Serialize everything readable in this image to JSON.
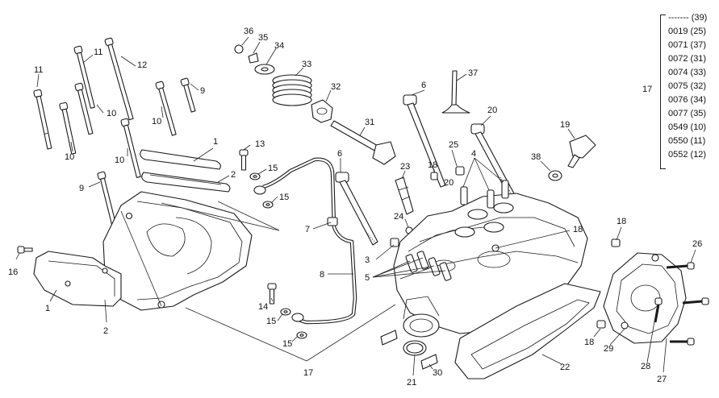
{
  "callouts": {
    "c1": "1",
    "c2": "2",
    "c3": "3",
    "c4": "4",
    "c5": "5",
    "c6": "6",
    "c7": "7",
    "c8": "8",
    "c9": "9",
    "c10": "10",
    "c11": "11",
    "c12": "12",
    "c13": "13",
    "c14": "14",
    "c15": "15",
    "c16": "16",
    "c17": "17",
    "c18": "18",
    "c19": "19",
    "c20": "20",
    "c21": "21",
    "c22": "22",
    "c23": "23",
    "c24": "24",
    "c25": "25",
    "c26": "26",
    "c27": "27",
    "c28": "28",
    "c29": "29",
    "c30": "30",
    "c31": "31",
    "c32": "32",
    "c33": "33",
    "c34": "34",
    "c35": "35",
    "c36": "36",
    "c37": "37",
    "c38": "38"
  },
  "legend": {
    "label": "17",
    "rows": [
      "------- (39)",
      "0019 (25)",
      "0071 (37)",
      "0072 (31)",
      "0074 (33)",
      "0075 (32)",
      "0076 (34)",
      "0077 (35)",
      "0549 (10)",
      "0550 (11)",
      "0552 (12)"
    ]
  }
}
